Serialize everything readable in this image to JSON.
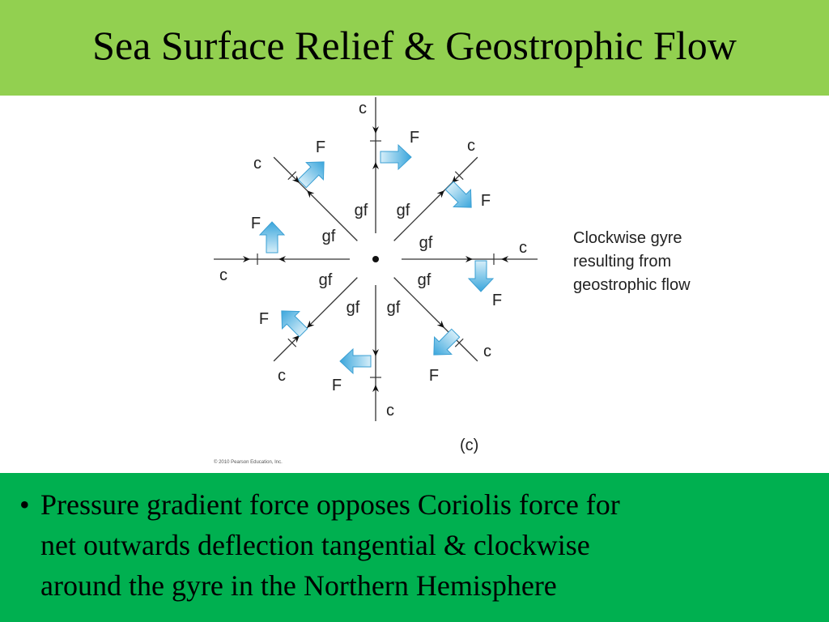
{
  "slide": {
    "title": "Sea Surface Relief & Geostrophic Flow",
    "colors": {
      "title_bar": "#92d050",
      "bullet_bar": "#00b050",
      "arrow_fill": "#4aaddd"
    }
  },
  "figure": {
    "center_label": "•",
    "labels": {
      "c": "c",
      "f": "F",
      "gf": "gf"
    },
    "caption_lines": [
      "Clockwise gyre",
      "resulting from",
      "geostrophic flow"
    ],
    "panel_label": "(c)",
    "copyright": "© 2010 Pearson Education, Inc."
  },
  "bullets": [
    {
      "marker": "•",
      "lines": [
        "Pressure gradient force opposes Coriolis force for",
        "net outwards deflection tangential & clockwise",
        "around the gyre in the Northern Hemisphere"
      ]
    }
  ]
}
